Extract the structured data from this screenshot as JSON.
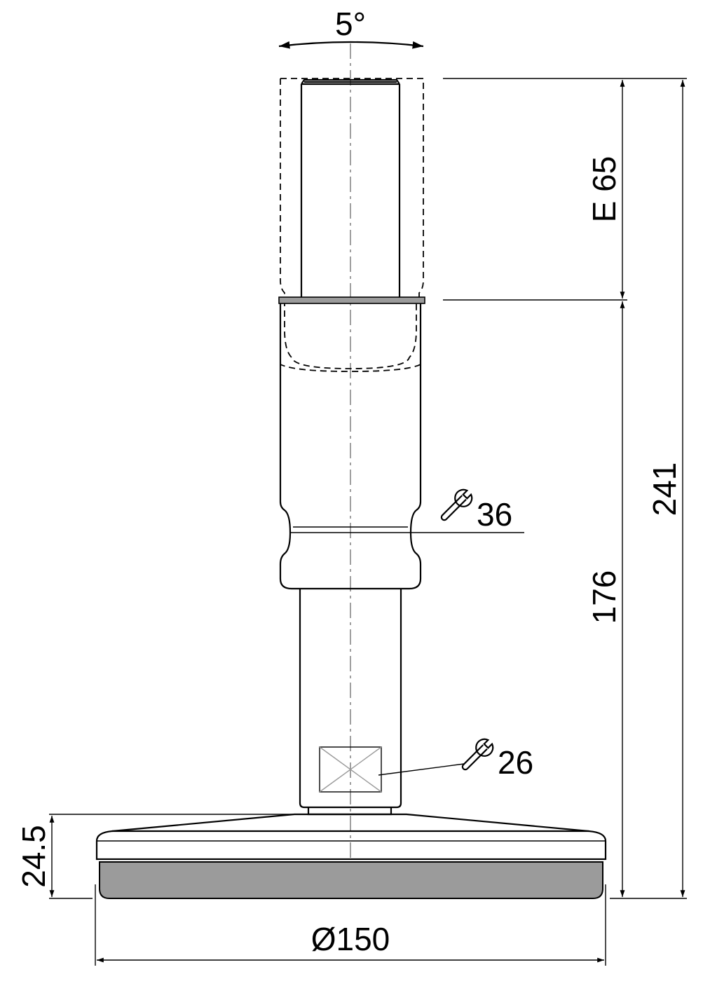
{
  "drawing": {
    "tilt_angle": "5°",
    "dimensions": {
      "extension": "E 65",
      "overall_height": "241",
      "base_height": "176",
      "wrench_upper": "36",
      "wrench_lower": "26",
      "foot_height": "24.5",
      "foot_diameter": "Ø150"
    },
    "colors": {
      "line": "#000000",
      "center_axis": "#888888",
      "pad_fill": "#9b9b9b",
      "wrench_cross": "#9a9a9a"
    },
    "icons": {
      "wrench_symbol": "wrench-icon"
    }
  }
}
